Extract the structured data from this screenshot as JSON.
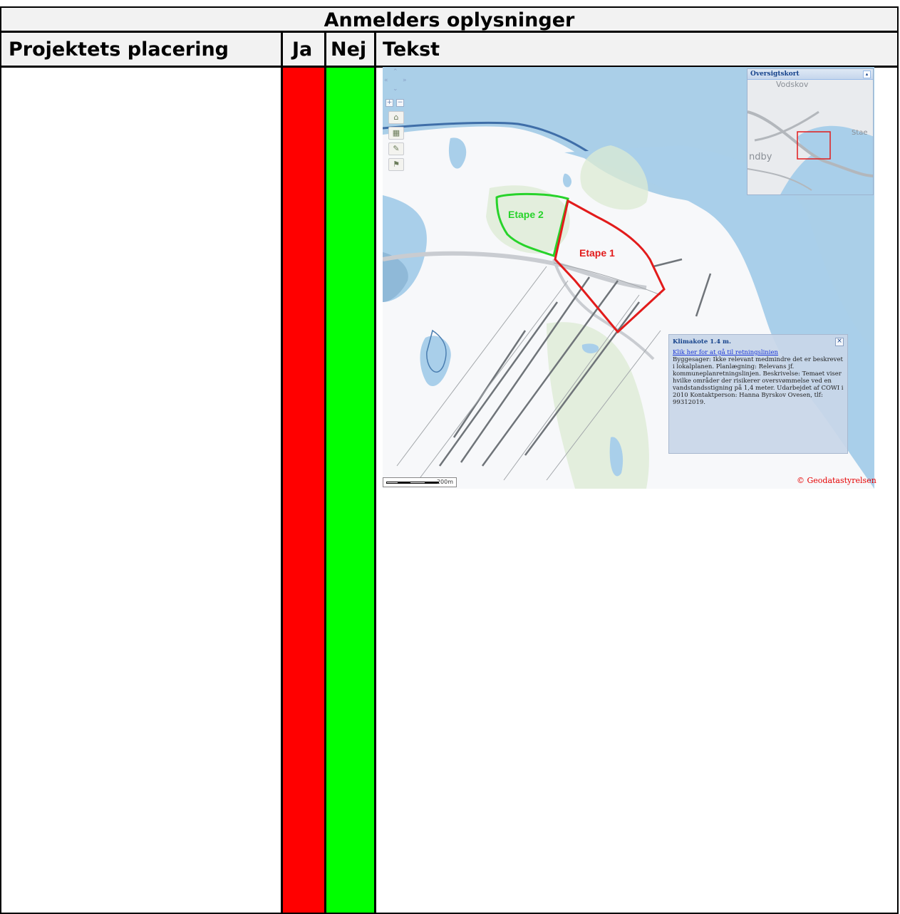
{
  "table": {
    "title": "Anmelders oplysninger",
    "headers": {
      "placement": "Projektets placering",
      "yes": "Ja",
      "no": "Nej",
      "text": "Tekst"
    }
  },
  "colors": {
    "yes_fill": "#ff0000",
    "no_fill": "#00ff00",
    "header_bg": "#f2f2f2",
    "etape1": "#e21b1b",
    "etape2": "#27d32a"
  },
  "map": {
    "overview_title": "Oversigtskort",
    "overview_labels": [
      "Vodskov",
      "ndby",
      "Stae"
    ],
    "labels": {
      "etape1": "Etape 1",
      "etape2": "Etape 2"
    },
    "scale_label": "200m",
    "credit": "© Geodatastyrelsen",
    "popup": {
      "title": "Klimakote 1.4 m.",
      "link": "Klik her for at gå til retningslinien",
      "body": "Byggesager: Ikke relevant medmindre det er beskrevet i lokalplanen. Planlægning: Relevans jf. kommuneplanretningslinjen. Beskrivelse: Temaet viser hvilke områder der risikerer oversvømmelse ved en vandstandsstigning på 1,4 meter. Udarbejdet af COWI i 2010 Kontaktperson: Hanna Byrskov Ovesen, tlf: 99312019."
    },
    "icons": [
      "pan-up-icon",
      "pan-left-icon",
      "pan-right-icon",
      "pan-down-icon",
      "zoom-in-icon",
      "zoom-out-icon",
      "home-icon",
      "layers-icon",
      "measure-icon",
      "marker-icon",
      "collapse-icon",
      "close-icon"
    ]
  }
}
